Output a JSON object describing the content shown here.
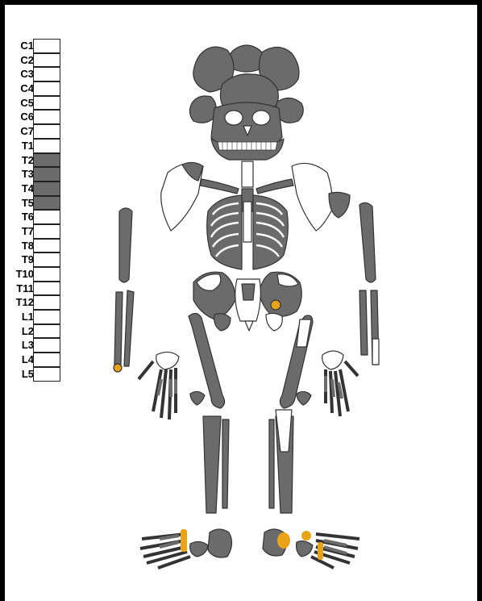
{
  "colors": {
    "present_bone": "#6b6b6b",
    "absent_bone": "#ffffff",
    "outline": "#333333",
    "highlight": "#e8a317",
    "frame": "#000000"
  },
  "vertebrae": [
    {
      "label": "C1",
      "present": false
    },
    {
      "label": "C2",
      "present": false
    },
    {
      "label": "C3",
      "present": false
    },
    {
      "label": "C4",
      "present": false
    },
    {
      "label": "C5",
      "present": false
    },
    {
      "label": "C6",
      "present": false
    },
    {
      "label": "C7",
      "present": false
    },
    {
      "label": "T1",
      "present": false
    },
    {
      "label": "T2",
      "present": true
    },
    {
      "label": "T3",
      "present": true
    },
    {
      "label": "T4",
      "present": true
    },
    {
      "label": "T5",
      "present": true
    },
    {
      "label": "T6",
      "present": false
    },
    {
      "label": "T7",
      "present": false
    },
    {
      "label": "T8",
      "present": false
    },
    {
      "label": "T9",
      "present": false
    },
    {
      "label": "T10",
      "present": false
    },
    {
      "label": "T11",
      "present": false
    },
    {
      "label": "T12",
      "present": false
    },
    {
      "label": "L1",
      "present": false
    },
    {
      "label": "L2",
      "present": false
    },
    {
      "label": "L3",
      "present": false
    },
    {
      "label": "L4",
      "present": false
    },
    {
      "label": "L5",
      "present": false
    }
  ]
}
